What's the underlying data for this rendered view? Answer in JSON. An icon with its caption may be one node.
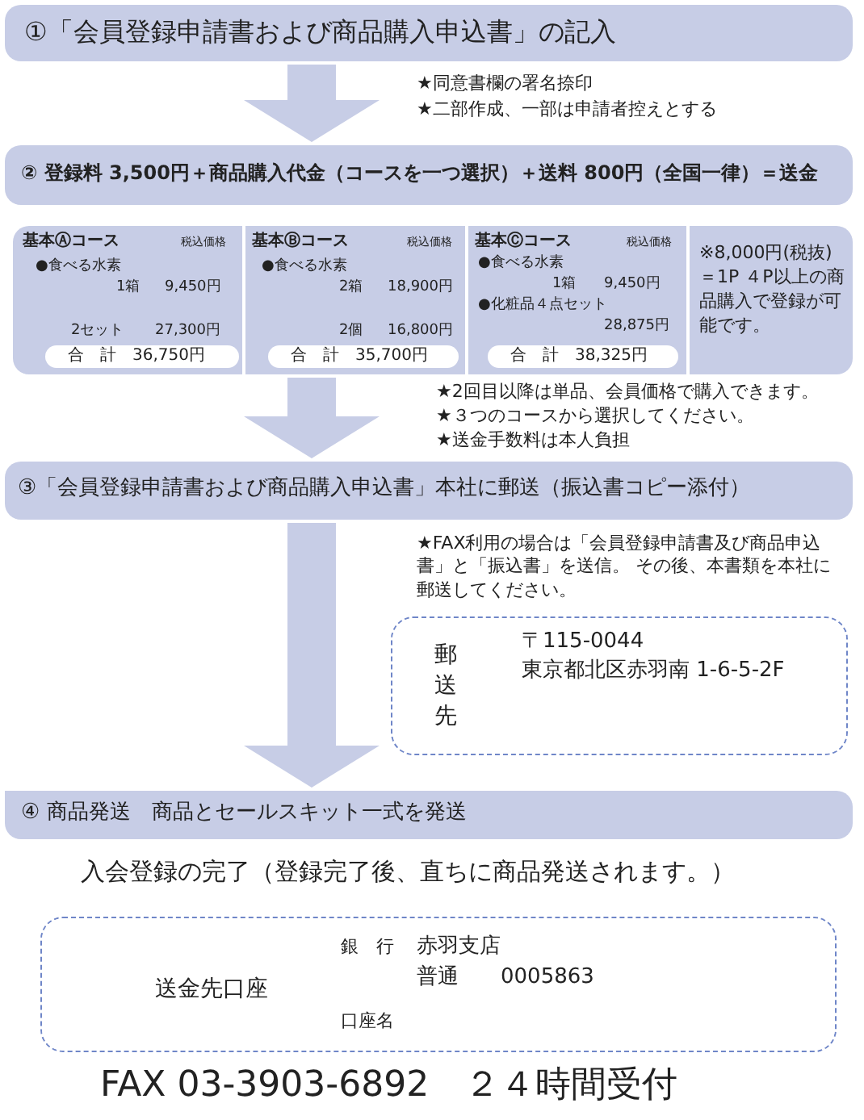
{
  "diagram": {
    "nodes": [
      {
        "text": [
          "①「会員登録申請書および商品購入申込書」の記入"
        ]
      },
      {
        "text": [
          "② 登録料 3,500円＋商品購入代金（コースを一つ選択）＋送料 800円（全国一律）＝送金"
        ]
      },
      {
        "text": [
          "基本Ⓐコース",
          "税込価格",
          "●食べる水素",
          "1箱",
          "9,450円",
          "2セット",
          "27,300円"
        ]
      },
      {
        "text": [
          "合　計　36,750円"
        ],
        "in": 2
      },
      {
        "text": [
          "基本Ⓑコース",
          "税込価格",
          "●食べる水素",
          "2箱",
          "18,900円",
          "2個",
          "16,800円"
        ]
      },
      {
        "text": [
          "合　計　35,700円"
        ],
        "in": 4
      },
      {
        "text": [
          "基本Ⓒコース",
          "税込価格",
          "●食べる水素",
          "1箱",
          "9,450円",
          "●化粧品４点セット",
          "28,875円"
        ]
      },
      {
        "text": [
          "合　計　38,325円"
        ],
        "in": 6
      },
      {
        "text": [
          "※8,000円(税抜)＝1P ４P以上の商品購入で登録が可能です。"
        ]
      },
      {
        "text": [
          "③「会員登録申請書および商品購入申込書」本社に郵送（振込書コピー添付）"
        ]
      },
      {
        "text": [
          "郵送先",
          "〒115-0044",
          "東京都北区赤羽南 1-6-5-2F"
        ]
      },
      {
        "text": [
          "④ 商品発送　商品とセールスキット一式を発送"
        ]
      },
      {
        "text": [
          "送金先口座",
          "銀　行",
          "赤羽支店",
          "普通　　0005863",
          "口座名"
        ]
      }
    ],
    "edges": [
      {
        "from": 0,
        "to": 1,
        "arrow": "to"
      },
      {
        "from": 4,
        "to": 9,
        "arrow": "to"
      },
      {
        "from": 9,
        "to": 11,
        "arrow": "to"
      }
    ],
    "labels": [
      "★同意書欄の署名捺印",
      "★二部作成、一部は申請者控えとする",
      "★2回目以降は単品、会員価格で購入できます。",
      "★３つのコースから選択してください。",
      "★送金手数料は本人負担",
      "★FAX利用の場合は「会員登録申請書及び商品申込書」と「振込書」を送信。 その後、本書類を本社に郵送してください。",
      "入会登録の完了（登録完了後、直ちに商品発送されます。）",
      "FAX 03-3903-6892　２４時間受付"
    ]
  }
}
